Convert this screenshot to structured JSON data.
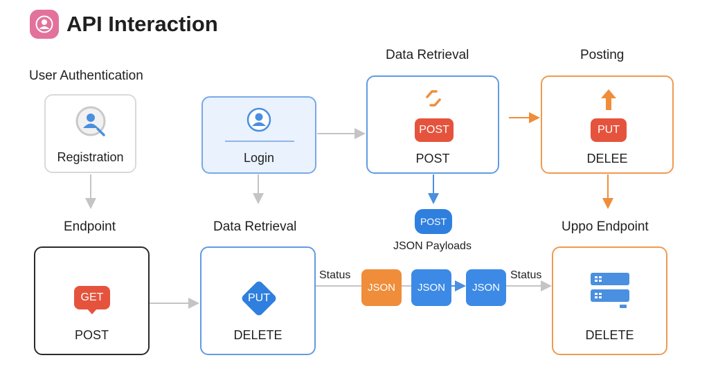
{
  "header": {
    "title": "API Interaction",
    "icon": "user-icon",
    "icon_color": "#e2729b"
  },
  "sections": {
    "user_authentication": "User Authentication",
    "data_retrieval_top": "Data Retrieval",
    "posting": "Posting",
    "endpoint": "Endpoint",
    "data_retrieval_bottom": "Data Retrieval",
    "uppo_endpoint": "Uppo Endpoint"
  },
  "cards": {
    "registration": {
      "label": "Registration",
      "icon": "user-search-icon"
    },
    "login": {
      "label": "Login",
      "icon": "user-circle-icon"
    },
    "data_retrieval": {
      "label": "POST",
      "badge": "POST",
      "icon": "loop-icon"
    },
    "posting": {
      "label": "DELEE",
      "badge": "PUT",
      "icon": "arrow-up-icon"
    },
    "endpoint": {
      "label": "POST",
      "badge": "GET"
    },
    "data_retrieval_put": {
      "label": "DELETE",
      "badge": "PUT"
    },
    "uppo": {
      "label": "DELETE",
      "icon": "server-icon"
    }
  },
  "flow": {
    "post_pill": "POST",
    "json_payloads": "JSON Payloads",
    "status_left": "Status",
    "status_right": "Status",
    "json_1": "JSON",
    "json_2": "JSON",
    "json_3": "JSON"
  },
  "colors": {
    "blue": "#4a8fe0",
    "orange": "#ef8d3a",
    "red": "#e5533d",
    "gray": "#bdbdbd",
    "login_fill": "#eaf2fd"
  }
}
